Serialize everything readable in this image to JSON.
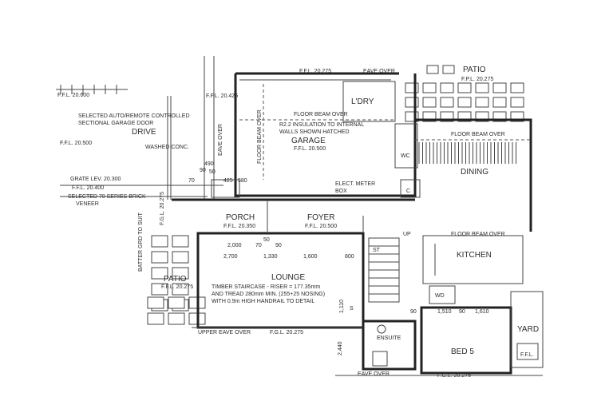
{
  "rooms": {
    "patio_top": "PATIO",
    "laundry": "L'DRY",
    "drive": "DRIVE",
    "garage": "GARAGE",
    "wc": "WC",
    "dining": "DINING",
    "porch": "PORCH",
    "foyer": "FOYER",
    "kitchen": "KITCHEN",
    "lounge": "LOUNGE",
    "patio_left": "PATIO",
    "wd": "WD",
    "ensuite": "ENSUITE",
    "bed5": "BED 5",
    "yard": "YARD"
  },
  "levels": {
    "ffl_top_patio": "F.F.L. 20.275",
    "fpl_top": "F.P.L. 20.275",
    "ffl_left": "F.F.L. 20.600",
    "ffl_425": "F.F.L. 20.425",
    "ffl_drive": "F.F.L. 20.500",
    "ffl_garage": "F.F.L. 20.500",
    "grate": "GRATE LEV. 20.300",
    "ffl_400": "F.F.L. 20.400",
    "ffl_porch": "F.F.L. 20.350",
    "ffl_foyer": "F.F.L. 20.500",
    "ffl_patio_left": "F.F.L. 20.275",
    "fgl_left": "F.G.L. 20.275",
    "fgl_bottom_left": "F.G.L. 20.275",
    "fgl_bottom_right": "F.G.L. 20.275",
    "ffl_yard": "F.F.L."
  },
  "notes": {
    "garage_door_1": "SELECTED AUTO/REMOTE CONTROLLED",
    "garage_door_2": "SECTIONAL GARAGE DOOR",
    "washed_conc": "WASHED CONC.",
    "brick_1": "SELECTED 70 SERIES BRICK",
    "brick_2": "VENEER",
    "eave_over_top": "EAVE OVER",
    "floor_beam_garage": "FLOOR BEAM OVER",
    "insulation_1": "R2.2 INSULATION TO INTERNAL",
    "insulation_2": "WALLS SHOWN HATCHED",
    "eave_over_garage": "EAVE OVER",
    "floor_beam_vertical": "FLOOR BEAM OVER",
    "floor_beam_dining": "FLOOR BEAM OVER",
    "elect_1": "ELECT. METER",
    "elect_2": "BOX",
    "c_mark": "C",
    "batter": "BATTER GRD TO SUIT",
    "up": "UP",
    "st": "ST",
    "floor_beam_kitchen": "FLOOR BEAM OVER",
    "stair_1": "TIMBER STAIRCASE - RISER = 177.35mm",
    "stair_2": "AND TREAD 280mm MIN. (255+25 NOSING)",
    "stair_3": "WITH 0.9m HIGH HANDRAIL TO DETAIL",
    "upper_eave": "UPPER EAVE OVER",
    "eave_over_bottom": "EAVE OVER",
    "s_mark": "S"
  },
  "dims": {
    "d490": "490",
    "d90a": "90",
    "d50a": "50",
    "d70a": "70",
    "d425": "425",
    "d580": "580",
    "d2000": "2,000",
    "d70b": "70",
    "d90b": "90",
    "d50b": "50",
    "d2700": "2,700",
    "d1330": "1,330",
    "d1600": "1,600",
    "d800": "800",
    "d1110": "1,110",
    "d90c": "90",
    "d1510": "1,510",
    "d90d": "90",
    "d1610": "1,610",
    "d2440": "2,440"
  }
}
